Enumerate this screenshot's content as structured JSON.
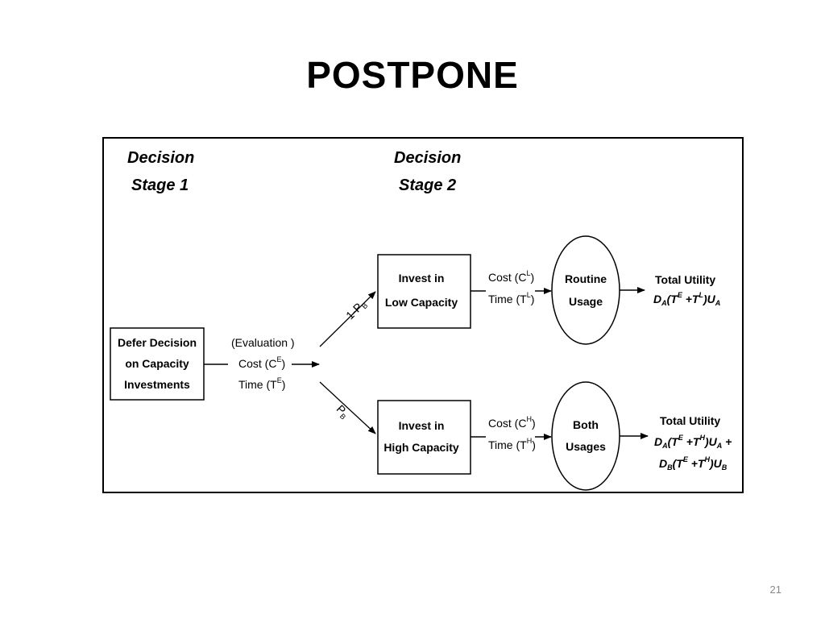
{
  "slide": {
    "title": "POSTPONE",
    "page_number": "21"
  },
  "diagram": {
    "stage1": {
      "line1": "Decision",
      "line2": "Stage 1"
    },
    "stage2": {
      "line1": "Decision",
      "line2": "Stage 2"
    },
    "defer_box": {
      "line1": "Defer Decision",
      "line2": "on Capacity",
      "line3": "Investments"
    },
    "evaluation": {
      "line1": "(Evaluation )",
      "cost": "Cost (C",
      "cost_sup": "E",
      "time": "Time (T",
      "time_sup": "E",
      "close": ")"
    },
    "branch_low_prob": {
      "prefix": "1-P",
      "sub": "B"
    },
    "branch_high_prob": {
      "prefix": "P",
      "sub": "B"
    },
    "low_box": {
      "line1": "Invest in",
      "line2": "Low Capacity"
    },
    "high_box": {
      "line1": "Invest in",
      "line2": "High Capacity"
    },
    "low_cost": {
      "cost": "Cost (C",
      "cost_sup": "L",
      "time": "Time (T",
      "time_sup": "L",
      "close": ")"
    },
    "high_cost": {
      "cost": "Cost (C",
      "cost_sup": "H",
      "time": "Time (T",
      "time_sup": "H",
      "close": ")"
    },
    "routine": {
      "line1": "Routine",
      "line2": "Usage"
    },
    "both": {
      "line1": "Both",
      "line2": "Usages"
    },
    "utility_low": {
      "title": "Total Utility",
      "formula": "D_A(T^E+T^L)U_A"
    },
    "utility_high": {
      "title": "Total Utility",
      "formula1": "D_A(T^E+T^H)U_A +",
      "formula2": "D_B(T^E+T^H)U_B"
    }
  }
}
